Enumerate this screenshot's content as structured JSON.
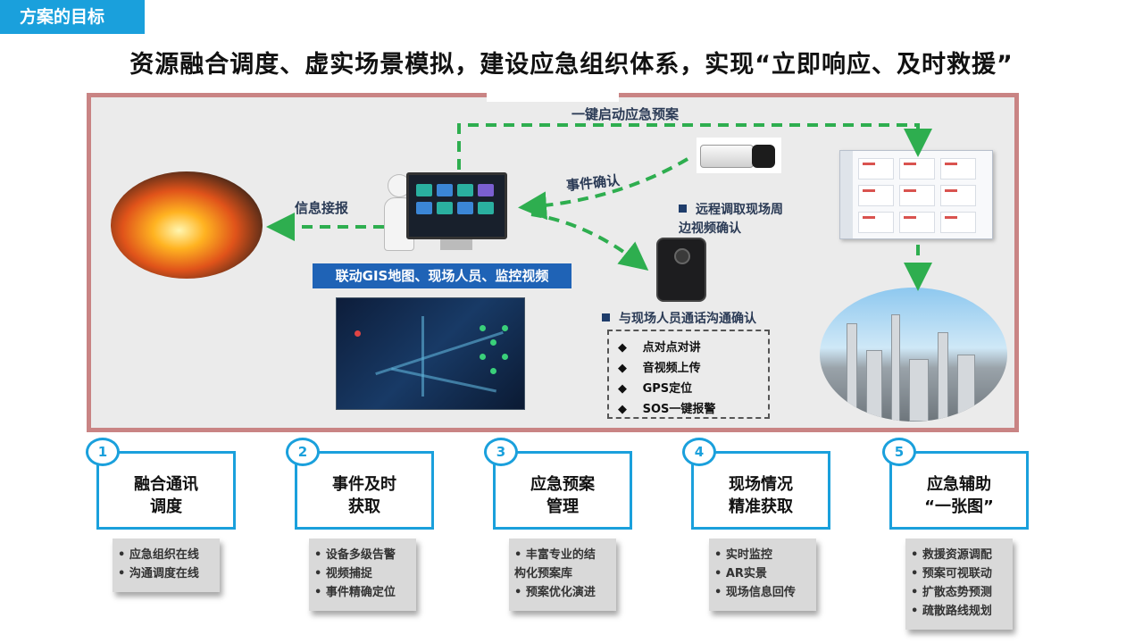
{
  "header": {
    "tag": "方案的目标",
    "headline": "资源融合调度、虚实场景模拟，建设应急组织体系，实现“立即响应、及时救援”"
  },
  "diagram": {
    "one_click_plan": "一键启动应急预案",
    "event_confirm": "事件确认",
    "info_report": "信息接报",
    "linked_views": "联动GIS地图、现场人员、监控视频",
    "remote_video": "远程调取现场周\n边视频确认",
    "call_confirm": "与现场人员通话沟通确认",
    "capabilities": [
      "点对点对讲",
      "音视频上传",
      "GPS定位",
      "SOS一键报警"
    ],
    "bullet_diamond": "◆"
  },
  "features": [
    {
      "num": "1",
      "title": "融合通讯\n调度",
      "items": [
        "• 应急组织在线",
        "• 沟通调度在线"
      ]
    },
    {
      "num": "2",
      "title": "事件及时\n获取",
      "items": [
        "• 设备多级告警",
        "• 视频捕捉",
        "• 事件精确定位"
      ]
    },
    {
      "num": "3",
      "title": "应急预案\n管理",
      "items": [
        "• 丰富专业的结\n  构化预案库",
        "• 预案优化演进"
      ]
    },
    {
      "num": "4",
      "title": "现场情况\n精准获取",
      "items": [
        "• 实时监控",
        "• AR实景",
        "• 现场信息回传"
      ]
    },
    {
      "num": "5",
      "title": "应急辅助\n“一张图”",
      "items": [
        "• 救援资源调配",
        "• 预案可视联动",
        "• 扩散态势预测",
        "• 疏散路线规划"
      ]
    }
  ],
  "colors": {
    "accent": "#1aa0dc",
    "frame": "#c98484",
    "arrow": "#2eae4f",
    "banner": "#1f63b6"
  }
}
